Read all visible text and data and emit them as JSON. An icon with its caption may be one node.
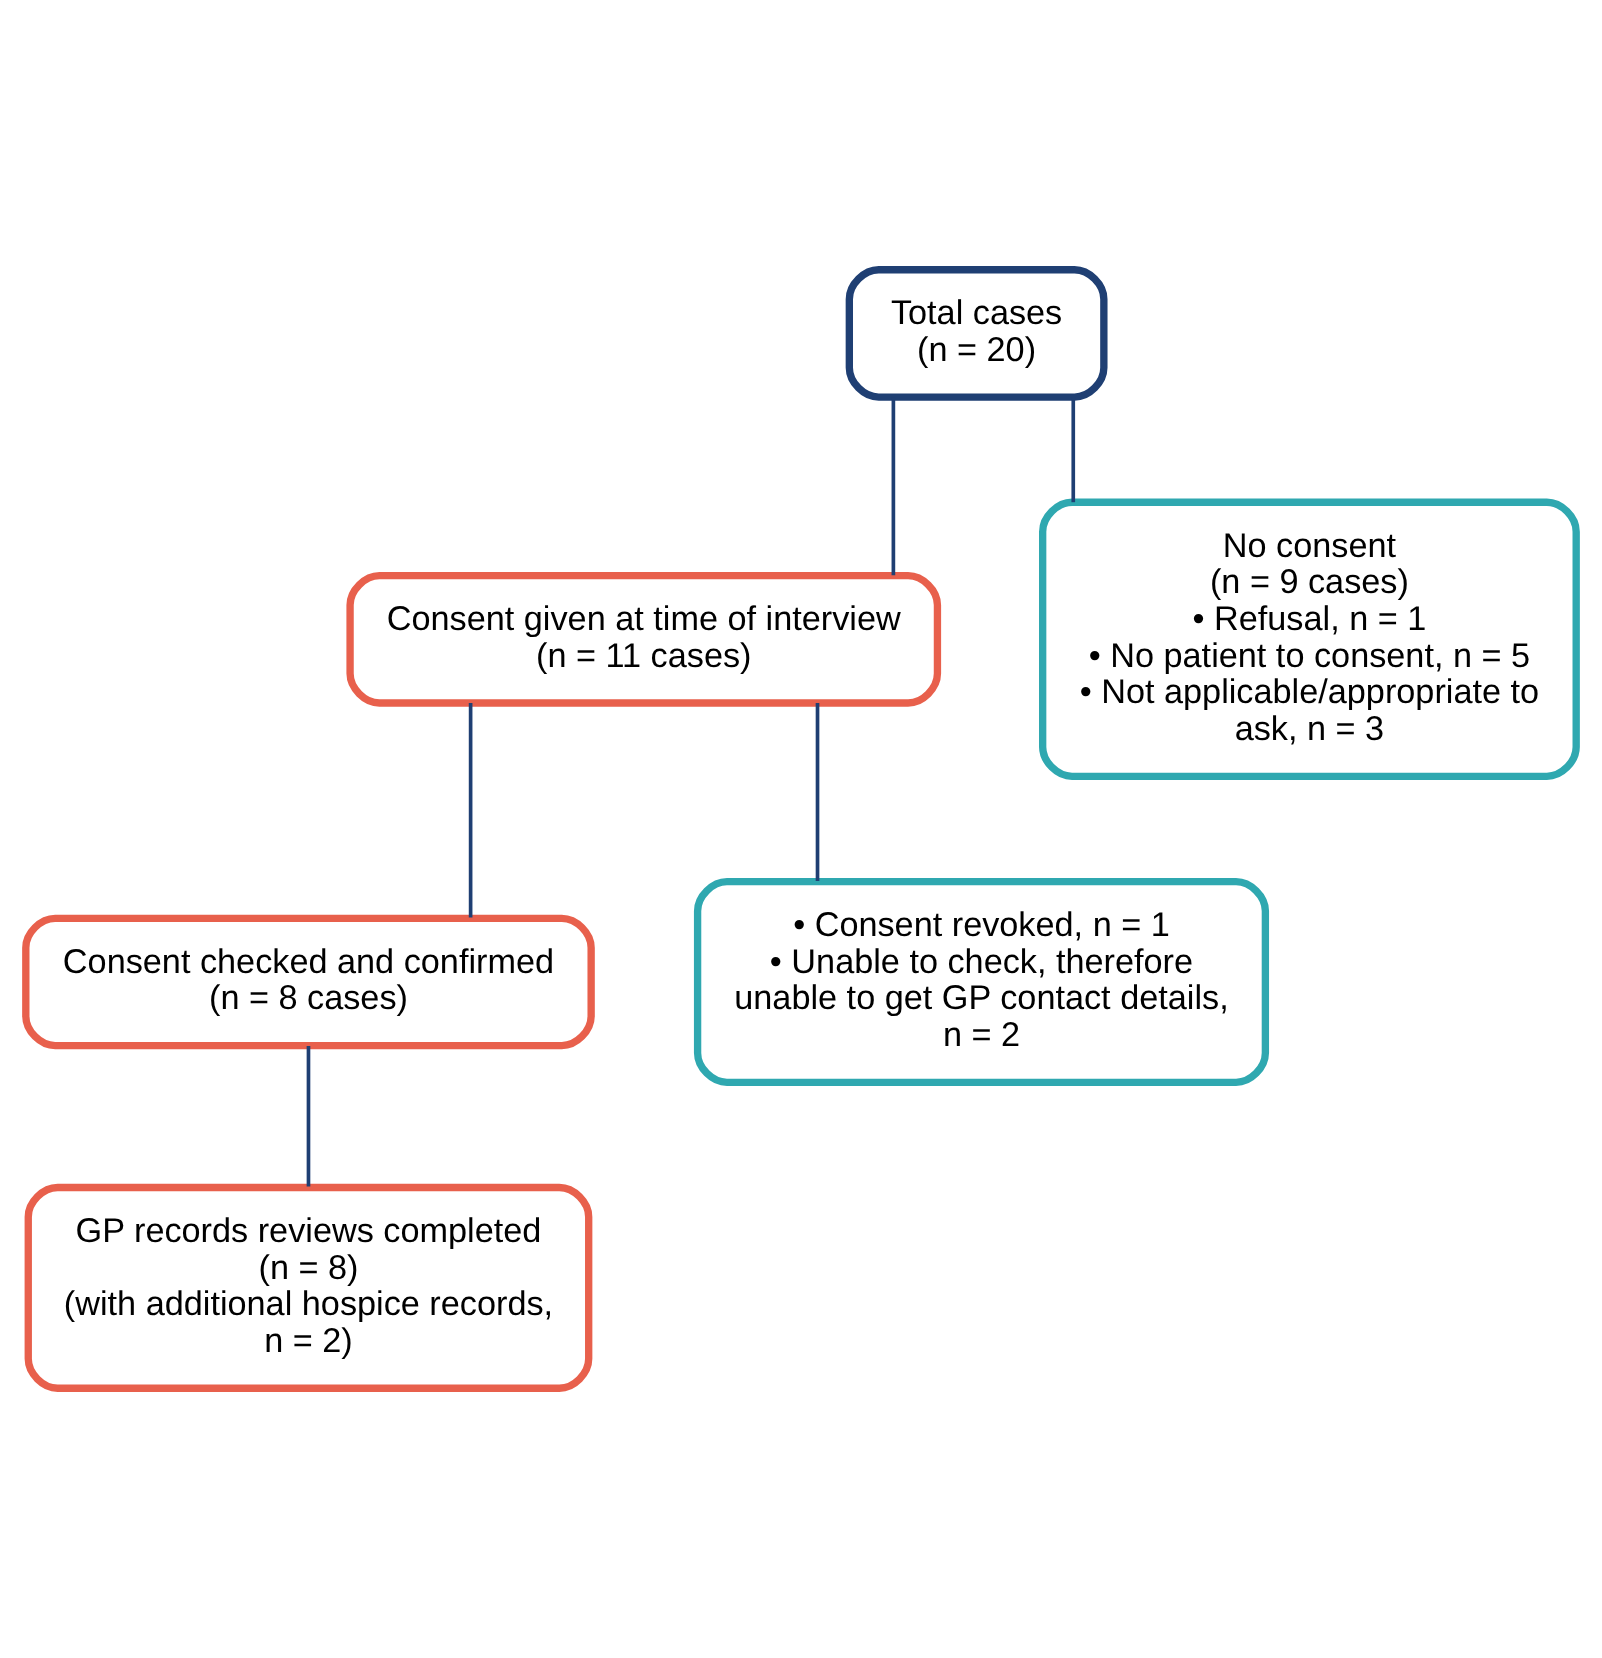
{
  "diagram": {
    "nodes": [
      {
        "text": [
          "Total cases",
          "(n = 20)"
        ]
      },
      {
        "text": [
          "Consent given at time of interview",
          "(n = 11 cases)"
        ]
      },
      {
        "text": [
          "No consent",
          "(n = 9 cases)",
          "• Refusal, n = 1",
          "• No patient to consent, n = 5",
          "• Not applicable/appropriate to ask, n = 3"
        ]
      },
      {
        "text": [
          "Consent checked and confirmed",
          "(n = 8 cases)"
        ]
      },
      {
        "text": [
          "• Consent revoked, n = 1",
          "• Unable to check, therefore unable to get GP contact details, n = 2"
        ]
      },
      {
        "text": [
          "GP records reviews completed",
          "(n = 8)",
          "(with additional hospice records, n = 2)"
        ]
      }
    ],
    "edges": [
      {
        "from": 0,
        "to": 1,
        "arrow": "none"
      },
      {
        "from": 0,
        "to": 2,
        "arrow": "none"
      },
      {
        "from": 1,
        "to": 3,
        "arrow": "none"
      },
      {
        "from": 1,
        "to": 4,
        "arrow": "none"
      },
      {
        "from": 3,
        "to": 5,
        "arrow": "none"
      }
    ]
  }
}
